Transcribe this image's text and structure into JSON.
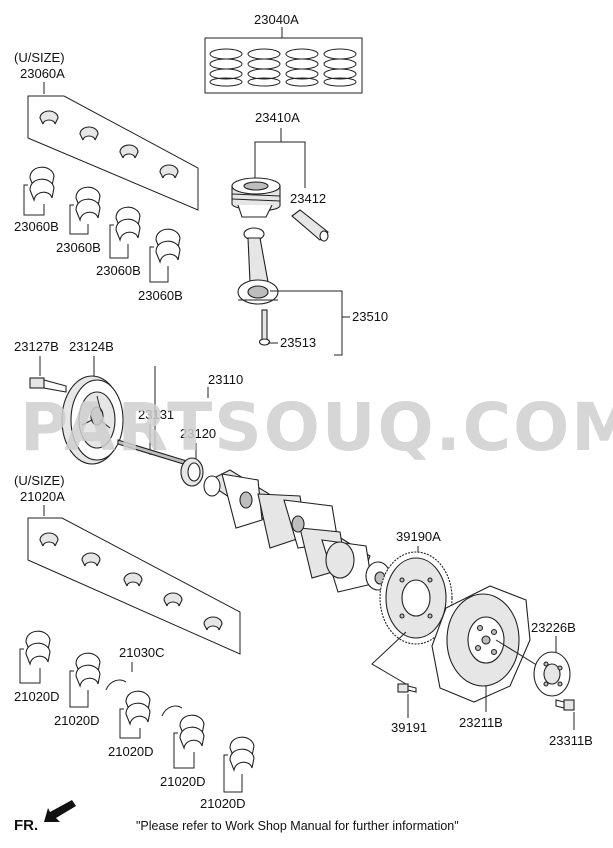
{
  "watermark": "PARTSOUQ.COM",
  "labels": {
    "p23040A": "23040A",
    "p23060A_usize": "(U/SIZE)",
    "p23060A": "23060A",
    "p23060B_1": "23060B",
    "p23060B_2": "23060B",
    "p23060B_3": "23060B",
    "p23060B_4": "23060B",
    "p23410A": "23410A",
    "p23412": "23412",
    "p23510": "23510",
    "p23513": "23513",
    "p23127B": "23127B",
    "p23124B": "23124B",
    "p23110": "23110",
    "p23131": "23131",
    "p23120": "23120",
    "p21020A_usize": "(U/SIZE)",
    "p21020A": "21020A",
    "p21030C": "21030C",
    "p21020D_1": "21020D",
    "p21020D_2": "21020D",
    "p21020D_3": "21020D",
    "p21020D_4": "21020D",
    "p21020D_5": "21020D",
    "p39190A": "39190A",
    "p39191": "39191",
    "p23226B": "23226B",
    "p23211B": "23211B",
    "p23311B": "23311B"
  },
  "footer": {
    "fr": "FR.",
    "note": "\"Please refer to Work Shop Manual for further information\""
  },
  "icons": {
    "fr_arrow": "arrow-left-down-icon"
  }
}
